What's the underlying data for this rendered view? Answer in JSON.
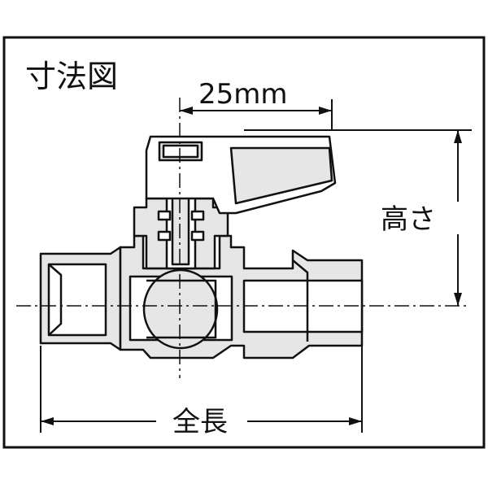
{
  "title": "寸法図",
  "dimensions": {
    "top_width": "25mm",
    "height": "高さ",
    "total_length": "全長"
  },
  "colors": {
    "stroke": "#111111",
    "body_fill": "#e6e6e6",
    "handle_fill": "#ffffff",
    "background": "#ffffff"
  }
}
